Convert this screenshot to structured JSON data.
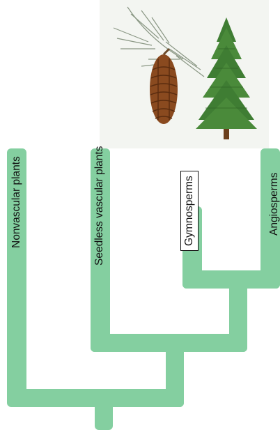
{
  "branch_color": "#84cfa0",
  "illustration": {
    "subject": "pine cone and conifer tree",
    "icon": "pine-tree-icon"
  },
  "taxa": [
    {
      "label": "Nonvascular plants"
    },
    {
      "label": "Seedless vascular plants"
    },
    {
      "label": "Gymnosperms"
    },
    {
      "label": "Angiosperms"
    }
  ]
}
